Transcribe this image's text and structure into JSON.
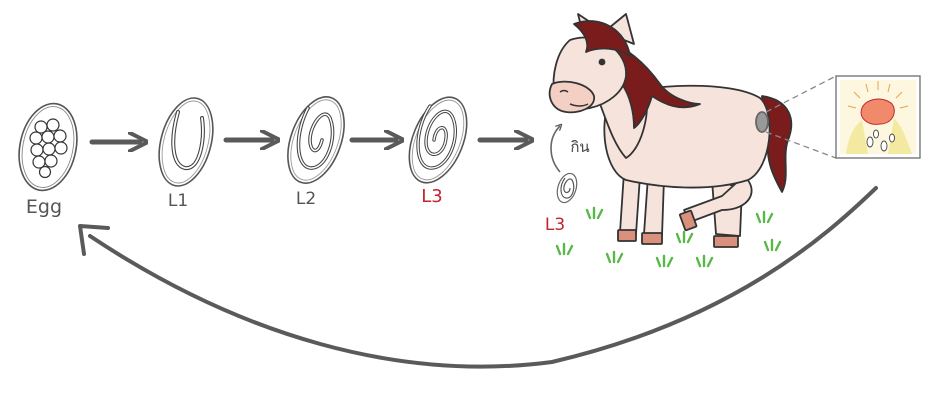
{
  "stages": {
    "egg": "Egg",
    "l1": "L1",
    "l2": "L2",
    "l3": "L3",
    "l3_ingested": "L3"
  },
  "annotation": {
    "eat": "กิน"
  },
  "colors": {
    "line": "#5a5a5a",
    "outline": "#555555",
    "accent_red": "#c0262d",
    "mane": "#7b1c1c",
    "coat": "#f6e3dc",
    "hoof": "#d9907c",
    "grass": "#5ab84a",
    "inset_bg": "#fdf7e0"
  },
  "icons": {
    "egg": "egg-cluster-icon",
    "l1": "larva-l1-icon",
    "l2": "larva-l2-icon",
    "l3": "larva-l3-icon",
    "host": "horse-illustration",
    "inset": "intestine-worms-inset"
  }
}
